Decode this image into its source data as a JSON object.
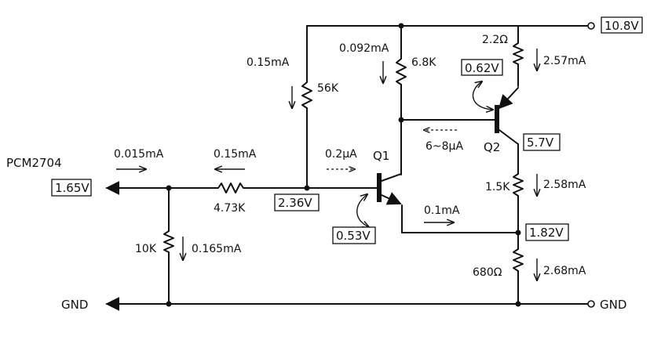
{
  "nodes": {
    "supply_voltage": "10.8V",
    "pcm_label": "PCM2704",
    "pcm_voltage": "1.65V",
    "base_q1_voltage": "2.36V",
    "emitter_q1_voltage": "0.53V",
    "q2_collector_voltage": "5.7V",
    "output_voltage": "1.82V",
    "q2_vbe": "0.62V",
    "gnd_left": "GND",
    "gnd_right": "GND"
  },
  "components": {
    "r_bias_top": "56K",
    "r_q1_collector": "6.8K",
    "r_q2_emitter": "2.2Ω",
    "r_series": "4.73K",
    "r_bias_bottom": "10K",
    "r_q2_collector": "1.5K",
    "r_out_bottom": "680Ω",
    "q1": "Q1",
    "q2": "Q2"
  },
  "currents": {
    "i_56k": "0.15mA",
    "i_6k8": "0.092mA",
    "i_2r2": "2.57mA",
    "i_pcm": "0.015mA",
    "i_series": "0.15mA",
    "i_q1_base": "0.2μA",
    "i_q2_base": "6~8μA",
    "i_10k": "0.165mA",
    "i_q1_emitter": "0.1mA",
    "i_1k5": "2.58mA",
    "i_680": "2.68mA"
  }
}
